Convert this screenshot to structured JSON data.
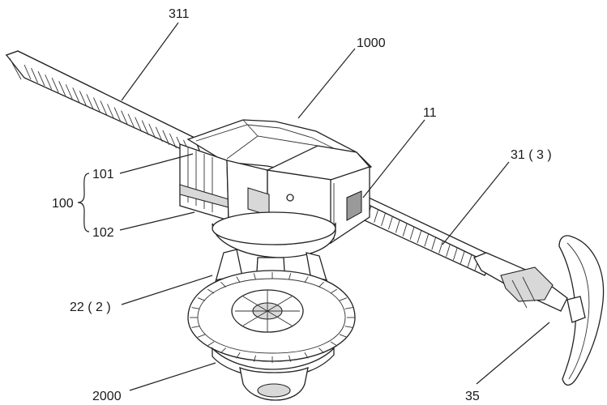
{
  "figure": {
    "labels": {
      "l311": "311",
      "l1000": "1000",
      "l11": "11",
      "l31": "31 ( 3 )",
      "l101": "101",
      "l100": "100",
      "l102": "102",
      "l22": "22 ( 2 )",
      "l2000": "2000",
      "l35": "35"
    }
  }
}
